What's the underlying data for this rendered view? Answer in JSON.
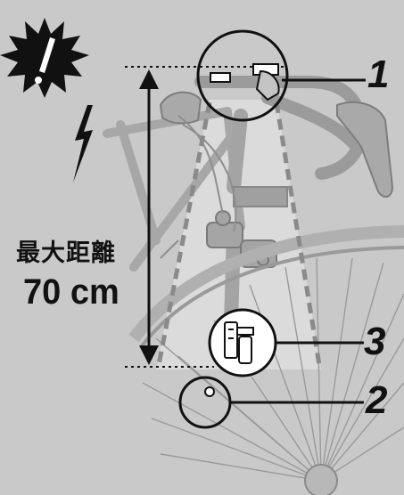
{
  "distance": {
    "label": "最大距離",
    "value": "70 cm"
  },
  "callouts": [
    {
      "number": "1"
    },
    {
      "number": "2"
    },
    {
      "number": "3"
    }
  ],
  "icons": {
    "warning": "exclamation-burst-icon",
    "lightning": "lightning-bolt-icon"
  },
  "colors": {
    "background": "#c9c9c9",
    "bike_line": "#a9a9a9",
    "ink": "#111111",
    "beam": "#dedede"
  }
}
